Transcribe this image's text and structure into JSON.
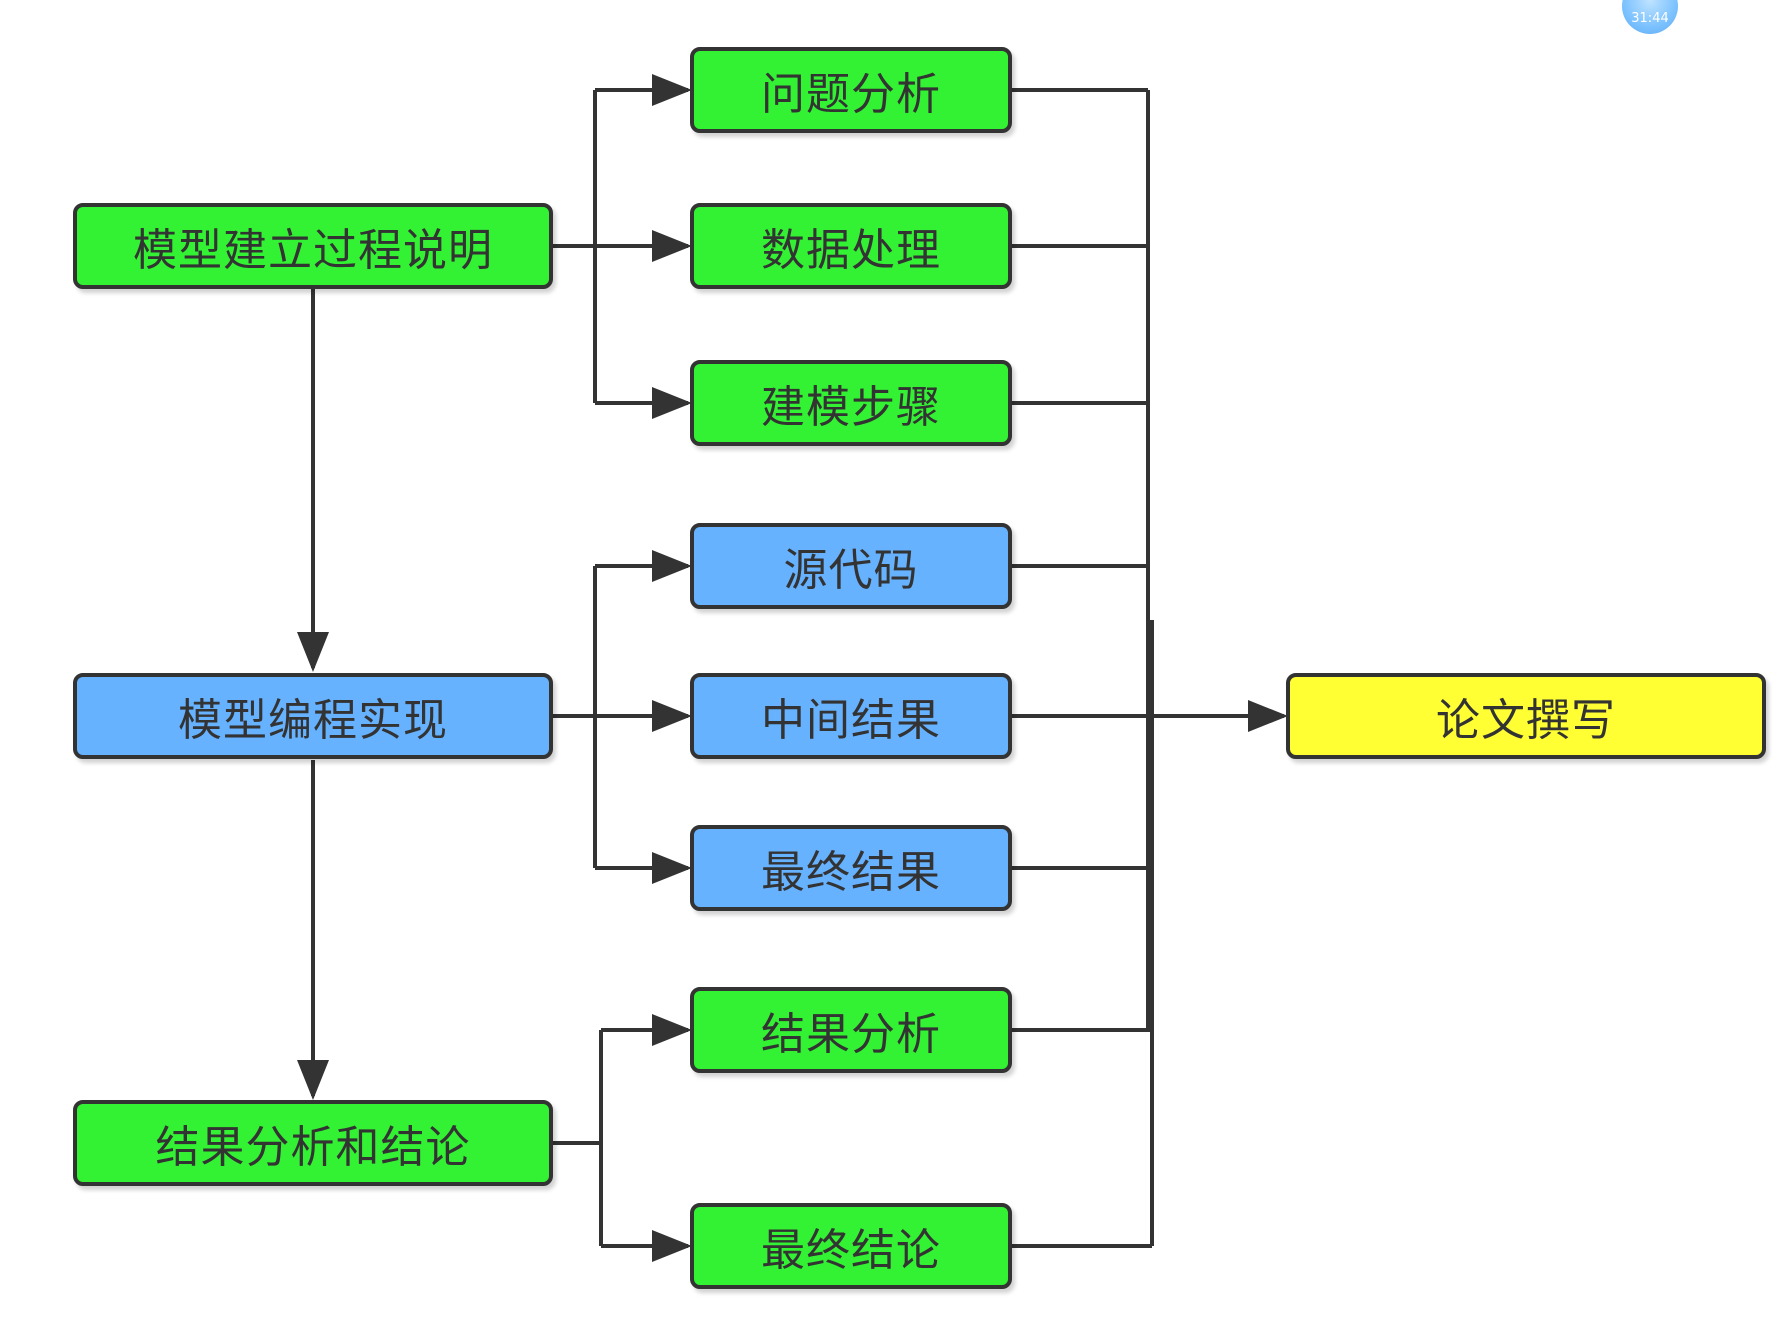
{
  "nodes": {
    "model_building": "模型建立过程说明",
    "problem_analysis": "问题分析",
    "data_processing": "数据处理",
    "modeling_steps": "建模步骤",
    "programming": "模型编程实现",
    "source_code": "源代码",
    "intermediate_results": "中间结果",
    "final_results": "最终结果",
    "analysis_conclusion": "结果分析和结论",
    "result_analysis": "结果分析",
    "final_conclusion": "最终结论",
    "paper_writing": "论文撰写"
  },
  "avatar": {
    "time": "31:44"
  },
  "colors": {
    "green": "#33f233",
    "blue": "#66b2ff",
    "yellow": "#ffff33",
    "stroke": "#333333"
  }
}
